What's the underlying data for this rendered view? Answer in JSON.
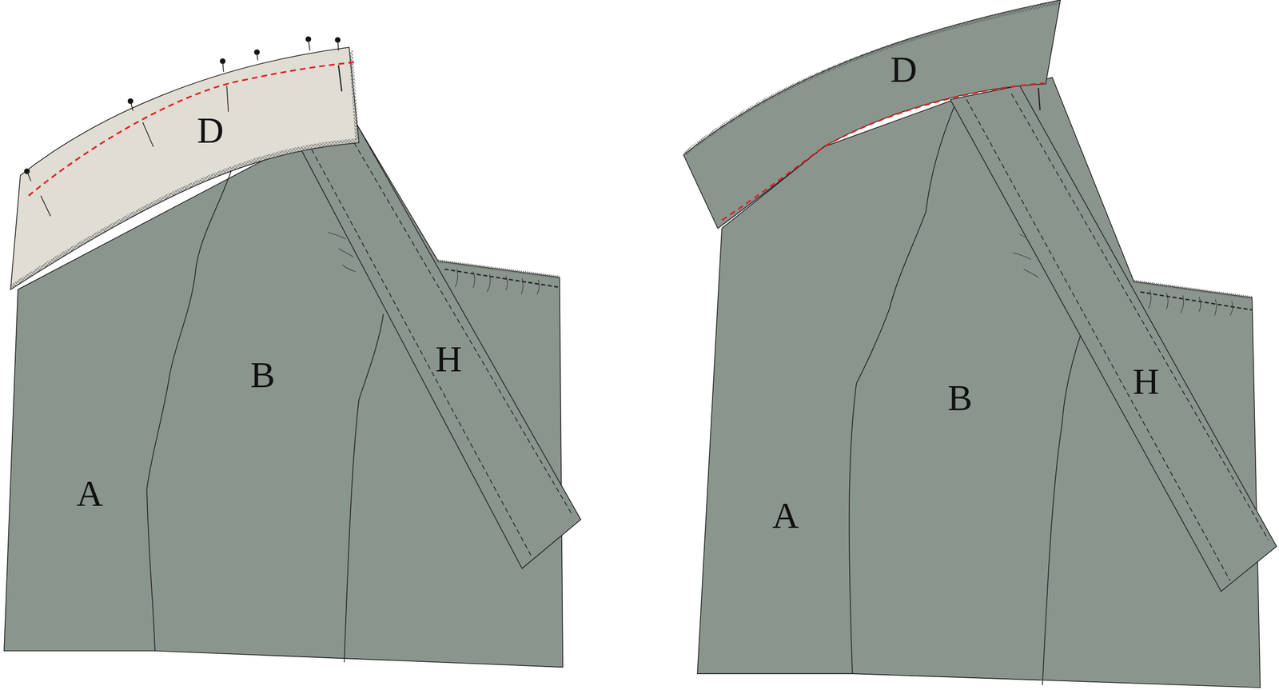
{
  "diagram": {
    "labels": [
      "D",
      "B",
      "H",
      "A",
      "D",
      "H",
      "B",
      "A"
    ]
  }
}
